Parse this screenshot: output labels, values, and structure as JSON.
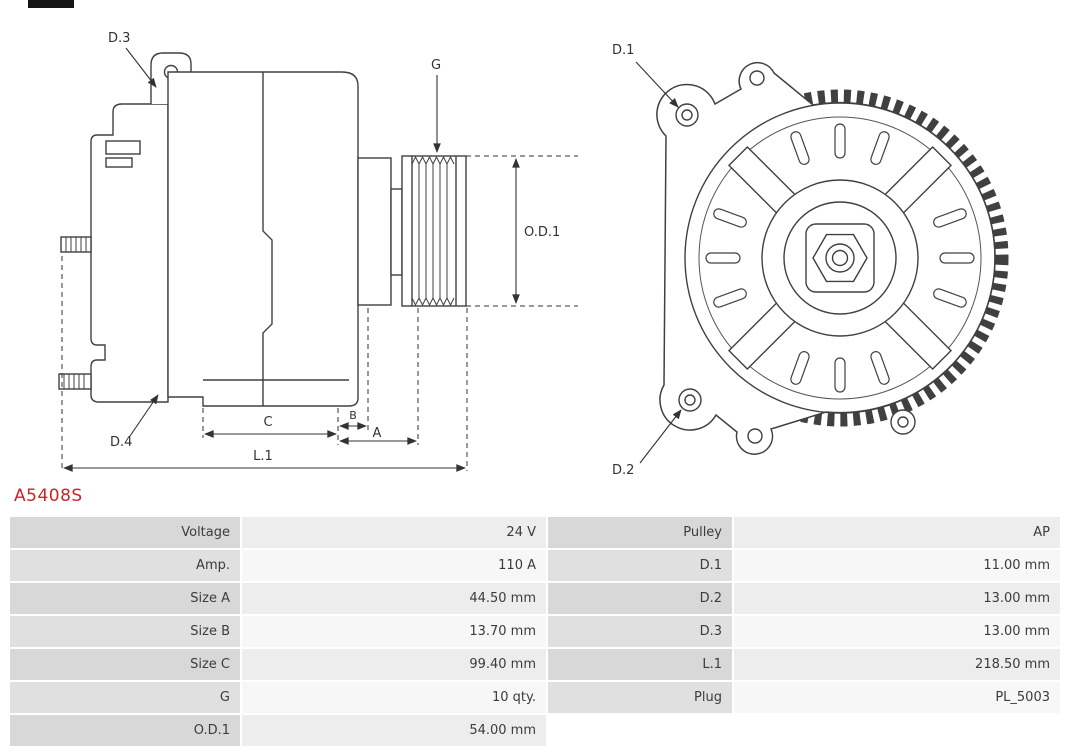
{
  "page": {
    "part_number": "A5408S",
    "part_number_color": "#cc2229",
    "line_color": "#404040"
  },
  "diagram": {
    "labels": {
      "d1": "D.1",
      "d2": "D.2",
      "d3": "D.3",
      "d4": "D.4",
      "g": "G",
      "od1": "O.D.1",
      "a": "A",
      "b": "B",
      "c": "C",
      "l1": "L.1"
    }
  },
  "table": {
    "rows": [
      {
        "label1": "Voltage",
        "value1": "24 V",
        "label2": "Pulley",
        "value2": "AP"
      },
      {
        "label1": "Amp.",
        "value1": "110 A",
        "label2": "D.1",
        "value2": "11.00 mm"
      },
      {
        "label1": "Size A",
        "value1": "44.50 mm",
        "label2": "D.2",
        "value2": "13.00 mm"
      },
      {
        "label1": "Size B",
        "value1": "13.70 mm",
        "label2": "D.3",
        "value2": "13.00 mm"
      },
      {
        "label1": "Size C",
        "value1": "99.40 mm",
        "label2": "L.1",
        "value2": "218.50 mm"
      },
      {
        "label1": "G",
        "value1": "10 qty.",
        "label2": "Plug",
        "value2": "PL_5003"
      },
      {
        "label1": "O.D.1",
        "value1": "54.00 mm",
        "label2": "",
        "value2": ""
      }
    ]
  }
}
